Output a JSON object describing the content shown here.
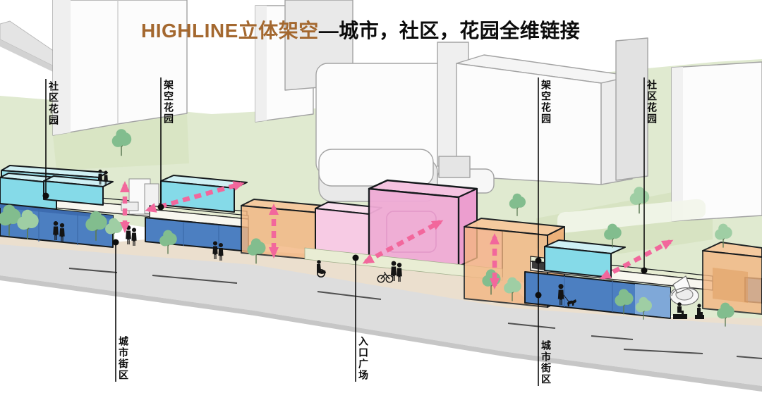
{
  "title": {
    "highlight": "HIGHLINE立体架空",
    "rest": "—城市，社区，花园全维链接"
  },
  "callouts": [
    {
      "id": "community-garden-left",
      "text": "社区花园"
    },
    {
      "id": "elevated-garden-left",
      "text": "架空花园"
    },
    {
      "id": "elevated-garden-right",
      "text": "架空花园"
    },
    {
      "id": "community-garden-right",
      "text": "社区花园"
    },
    {
      "id": "city-block-left",
      "text": "城市街区"
    },
    {
      "id": "entrance-plaza",
      "text": "入口广场"
    },
    {
      "id": "city-block-right",
      "text": "城市街区"
    }
  ],
  "colors": {
    "titleBrown": "#A4682F",
    "ink": "#15191C",
    "arrowPink": "#F2679C",
    "lawn": "#E0EAD0",
    "lawnDark": "#D5E2BF",
    "lawnWall": "#C5D7AB",
    "terraceTop": "#E7EDD3",
    "fascia": "#F8F7EF",
    "plaza": "#E9EDD4",
    "sidewalk": "#EBDFCE",
    "road": "#DDDDDD",
    "curb": "#C6C6C6",
    "laneLine": "#4F4F4F",
    "cyan": "#85DAE8",
    "cyanTop": "#CFF0F4",
    "blue": "#4C7FC1",
    "blueLight": "#7FA8D8",
    "orange": "#F3B682",
    "orangeTop": "#F7C99D",
    "orangeSide": "#EFAC73",
    "pink": "#F0ABD6",
    "pinkTop": "#F5C3E1",
    "pinkSide": "#EC9ECF",
    "pinkLow": "#F7CBE4",
    "pinkLowTop": "#FADEED",
    "treeDark": "#82BD8E",
    "treeLight": "#9FCEA4",
    "towerWhite": "#FCFCFC",
    "towerShade": "#EFEFEF",
    "towerGray": "#E2E2E2",
    "towerLine": "#A3A3A3",
    "person": "#141414"
  }
}
